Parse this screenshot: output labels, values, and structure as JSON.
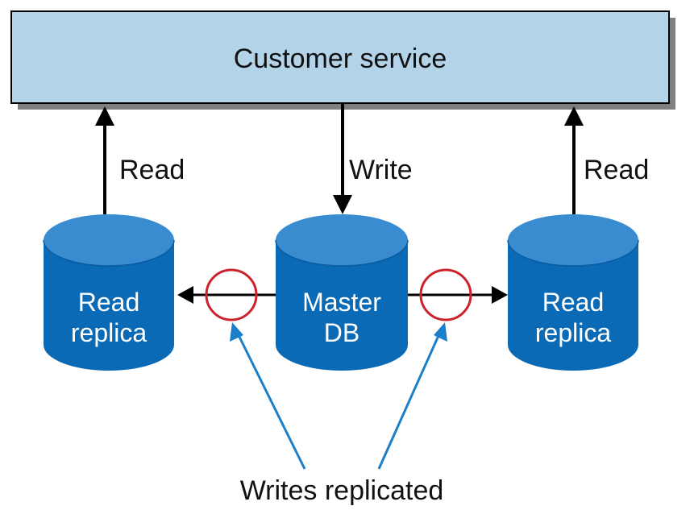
{
  "service": {
    "label": "Customer service"
  },
  "edges": {
    "left_read": "Read",
    "write": "Write",
    "right_read": "Read"
  },
  "databases": {
    "left": {
      "line1": "Read",
      "line2": "replica"
    },
    "master": {
      "line1": "Master",
      "line2": "DB"
    },
    "right": {
      "line1": "Read",
      "line2": "replica"
    }
  },
  "annotation": {
    "label": "Writes replicated"
  },
  "colors": {
    "service_fill": "#b3d4e8",
    "db_body": "#0b6ab5",
    "db_top": "#3a8cd0",
    "marker_circle": "#cc2229",
    "pointer_arrow": "#1a7ec8"
  }
}
